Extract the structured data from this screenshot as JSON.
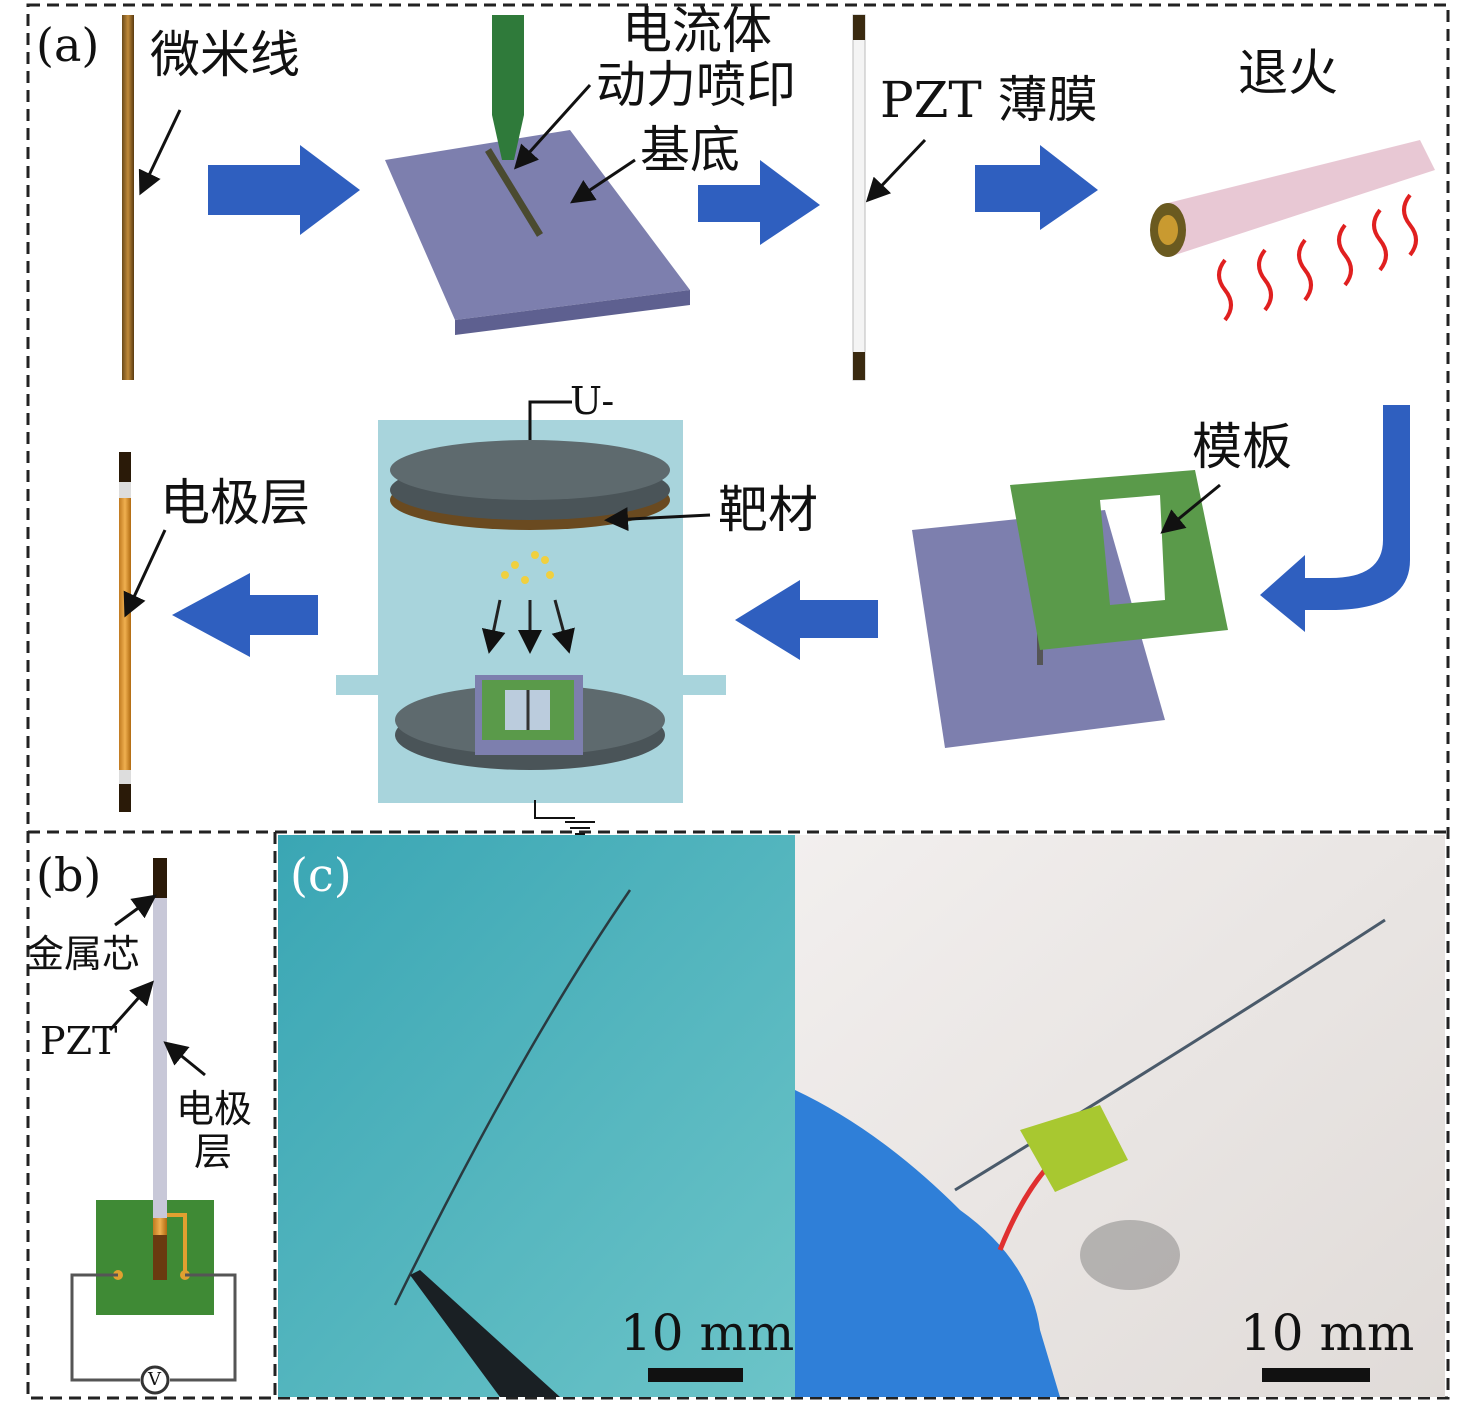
{
  "panel_a": {
    "label": "(a)",
    "microwire": "微米线",
    "ehd_line1": "电流体",
    "ehd_line2": "动力喷印",
    "substrate": "基底",
    "pzt_film": "PZT 薄膜",
    "anneal": "退火",
    "mask": "模板",
    "target": "靶材",
    "voltage": "U-",
    "electrode_layer": "电极层"
  },
  "panel_b": {
    "label": "(b)",
    "metal_core": "金属芯",
    "pzt": "PZT",
    "electrode_line1": "电极",
    "electrode_line2": "层",
    "meter": "V"
  },
  "panel_c": {
    "label": "(c)",
    "scale_left": "10 mm",
    "scale_right": "10 mm"
  },
  "colors": {
    "arrow": "#2f5fbf",
    "substrate": "#7d7fae",
    "mask": "#5a9a4a",
    "chamber": "#a8d4dc",
    "photo_left": "#4fb0bb",
    "photo_right": "#eeeae8"
  }
}
